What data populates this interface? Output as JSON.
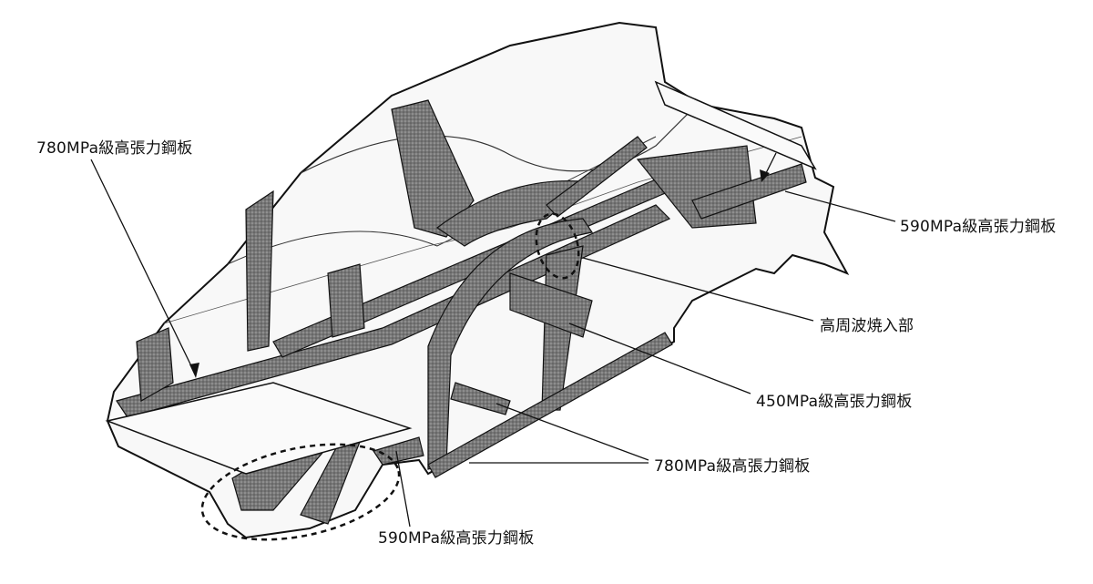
{
  "labels": {
    "top_left": "780MPa級高張力鋼板",
    "right_upper": "590MPa級高張力鋼板",
    "induction_hardened": "高周波焼入部",
    "mid_right": "450MPa級高張力鋼板",
    "lower_right": "780MPa級高張力鋼板",
    "bottom": "590MPa級高張力鋼板"
  },
  "colors": {
    "line": "#111111",
    "member_fill": "#6e6e6e",
    "body_fill": "#f7f7f7"
  }
}
